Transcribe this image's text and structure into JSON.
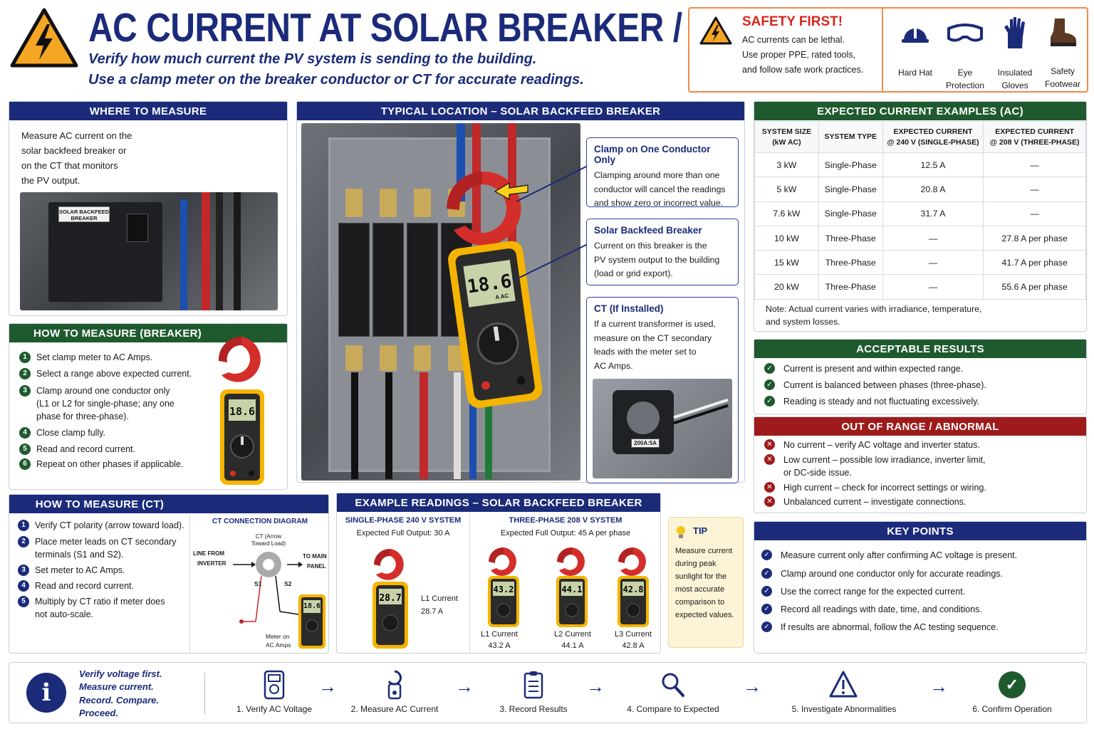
{
  "header": {
    "title": "AC CURRENT AT SOLAR BREAKER / CT",
    "subtitle_1": "Verify how much current the PV system is sending to the building.",
    "subtitle_2": "Use a clamp meter on the breaker conductor or CT for accurate readings."
  },
  "safety": {
    "title": "SAFETY FIRST!",
    "lines": [
      "AC currents can be lethal.",
      "Use proper PPE, rated tools,",
      "and follow safe work practices."
    ],
    "ppe": [
      {
        "label_1": "Hard Hat",
        "label_2": "",
        "icon": "hard-hat-icon"
      },
      {
        "label_1": "Eye",
        "label_2": "Protection",
        "icon": "goggles-icon"
      },
      {
        "label_1": "Insulated",
        "label_2": "Gloves",
        "icon": "glove-icon"
      },
      {
        "label_1": "Safety",
        "label_2": "Footwear",
        "icon": "boot-icon"
      }
    ]
  },
  "where": {
    "title": "WHERE TO MEASURE",
    "lines": [
      "Measure AC current on the",
      "solar backfeed breaker or",
      "on the CT that monitors",
      "the PV output."
    ],
    "photo_label_1": "SOLAR BACKFEED",
    "photo_label_2": "BREAKER"
  },
  "how_breaker": {
    "title": "HOW TO MEASURE (BREAKER)",
    "steps": [
      {
        "n": "1",
        "lines": [
          "Set clamp meter to AC Amps."
        ]
      },
      {
        "n": "2",
        "lines": [
          "Select a range above expected current."
        ]
      },
      {
        "n": "3",
        "lines": [
          "Clamp around one conductor only",
          "(L1 or L2 for single-phase; any one",
          "phase for three-phase)."
        ]
      },
      {
        "n": "4",
        "lines": [
          "Close clamp fully."
        ]
      },
      {
        "n": "5",
        "lines": [
          "Read and record current."
        ]
      },
      {
        "n": "6",
        "lines": [
          "Repeat on other phases if applicable."
        ]
      }
    ],
    "meter_reading": "18.6"
  },
  "typical": {
    "title": "TYPICAL LOCATION – SOLAR BACKFEED BREAKER",
    "meter_reading": "18.6",
    "meter_unit": "A AC",
    "callouts": [
      {
        "title": "Clamp on One Conductor Only",
        "lines": [
          "Clamping around more than one",
          "conductor will cancel the readings",
          "and show zero or incorrect value."
        ]
      },
      {
        "title": "Solar Backfeed Breaker",
        "lines": [
          "Current on this breaker is the",
          "PV system output to the building",
          "(load or grid export)."
        ]
      },
      {
        "title": "CT (If Installed)",
        "lines": [
          "If a current transformer is used,",
          "measure on the CT secondary",
          "leads with the meter set to",
          "AC Amps."
        ]
      }
    ],
    "ct_label": "200A:5A"
  },
  "expected": {
    "title": "EXPECTED CURRENT EXAMPLES (AC)",
    "columns": [
      [
        "SYSTEM SIZE",
        "(kW AC)"
      ],
      [
        "SYSTEM TYPE",
        ""
      ],
      [
        "EXPECTED CURRENT",
        "@ 240 V (SINGLE-PHASE)"
      ],
      [
        "EXPECTED CURRENT",
        "@ 208 V (THREE-PHASE)"
      ]
    ],
    "rows": [
      [
        "3 kW",
        "Single-Phase",
        "12.5  A",
        "—"
      ],
      [
        "5 kW",
        "Single-Phase",
        "20.8  A",
        "—"
      ],
      [
        "7.6 kW",
        "Single-Phase",
        "31.7  A",
        "—"
      ],
      [
        "10 kW",
        "Three-Phase",
        "—",
        "27.8  A per phase"
      ],
      [
        "15 kW",
        "Three-Phase",
        "—",
        "41.7  A per phase"
      ],
      [
        "20 kW",
        "Three-Phase",
        "—",
        "55.6  A per phase"
      ]
    ],
    "note_1": "Note: Actual current varies with irradiance, temperature,",
    "note_2": "and system losses."
  },
  "acceptable": {
    "title": "ACCEPTABLE RESULTS",
    "items": [
      "Current is present and within expected range.",
      "Current is balanced between phases (three-phase).",
      "Reading is steady and not fluctuating excessively."
    ]
  },
  "abnormal": {
    "title": "OUT OF RANGE / ABNORMAL",
    "items": [
      {
        "lines": [
          "No current – verify AC voltage and inverter status."
        ]
      },
      {
        "lines": [
          "Low current – possible low irradiance, inverter limit,",
          "or DC-side issue."
        ]
      },
      {
        "lines": [
          "High current – check for incorrect settings or wiring."
        ]
      },
      {
        "lines": [
          "Unbalanced current – investigate connections."
        ]
      }
    ]
  },
  "how_ct": {
    "title": "HOW TO MEASURE (CT)",
    "steps": [
      {
        "n": "1",
        "lines": [
          "Verify CT polarity (arrow toward load)."
        ]
      },
      {
        "n": "2",
        "lines": [
          "Place meter leads on CT secondary",
          "terminals (S1 and S2)."
        ]
      },
      {
        "n": "3",
        "lines": [
          "Set meter to AC Amps."
        ]
      },
      {
        "n": "4",
        "lines": [
          "Read and record current."
        ]
      },
      {
        "n": "5",
        "lines": [
          "Multiply by CT ratio if meter does",
          "not auto-scale."
        ]
      }
    ],
    "diagram": {
      "title": "CT CONNECTION DIAGRAM",
      "ct_label_1": "CT (Arrow",
      "ct_label_2": "Toward Load)",
      "from_1": "LINE FROM",
      "from_2": "INVERTER",
      "to_1": "TO MAIN",
      "to_2": "PANEL",
      "s1": "S1",
      "s2": "S2",
      "meter_reading": "18.6",
      "meter_label_1": "Meter on",
      "meter_label_2": "AC Amps"
    }
  },
  "examples": {
    "title": "EXAMPLE READINGS – SOLAR BACKFEED BREAKER",
    "single": {
      "title": "SINGLE-PHASE 240 V SYSTEM",
      "output": "Expected Full Output: 30 A",
      "label": "L1 Current",
      "value": "28.7 A",
      "reading": "28.7"
    },
    "three": {
      "title": "THREE-PHASE 208 V SYSTEM",
      "output": "Expected Full Output: 45 A per phase",
      "meters": [
        {
          "label": "L1 Current",
          "value": "43.2 A",
          "reading": "43.2"
        },
        {
          "label": "L2 Current",
          "value": "44.1 A",
          "reading": "44.1"
        },
        {
          "label": "L3 Current",
          "value": "42.8 A",
          "reading": "42.8"
        }
      ]
    }
  },
  "tip": {
    "title": "TIP",
    "lines": [
      "Measure current",
      "during peak",
      "sunlight for the",
      "most accurate",
      "comparison to",
      "expected values."
    ]
  },
  "key_points": {
    "title": "KEY POINTS",
    "items": [
      "Measure current only after confirming AC voltage is present.",
      "Clamp around one conductor only for accurate readings.",
      "Use the correct range for the expected current.",
      "Record all readings with date, time, and conditions.",
      "If results are abnormal, follow the AC testing sequence."
    ]
  },
  "footer": {
    "info_lines": [
      "Verify voltage first.",
      "Measure current.",
      "Record. Compare.",
      "Proceed."
    ],
    "steps": [
      {
        "label": "1. Verify AC Voltage",
        "icon": "multimeter-icon"
      },
      {
        "label": "2. Measure AC Current",
        "icon": "clamp-meter-icon"
      },
      {
        "label": "3. Record Results",
        "icon": "clipboard-icon"
      },
      {
        "label": "4. Compare to Expected",
        "icon": "magnifier-icon"
      },
      {
        "label": "5. Investigate Abnormalities",
        "icon": "warning-icon"
      },
      {
        "label": "6. Confirm Operation",
        "icon": "check-circle-icon"
      }
    ]
  },
  "colors": {
    "navy": "#1b2b7a",
    "green": "#1f5a2e",
    "red": "#9e1b1b",
    "warning": "#f5a623",
    "safety_border": "#f08a4b"
  }
}
